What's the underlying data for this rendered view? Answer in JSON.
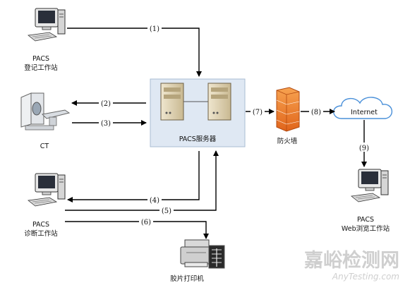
{
  "nodes": {
    "pacs_reg": {
      "line1": "PACS",
      "line2": "登记工作站"
    },
    "ct": {
      "label": "CT"
    },
    "server": {
      "label": "PACS服务器"
    },
    "firewall": {
      "label": "防火墙"
    },
    "internet": {
      "label": "Internet"
    },
    "web": {
      "line1": "PACS",
      "line2": "Web浏览工作站"
    },
    "diag": {
      "line1": "PACS",
      "line2": "诊断工作站"
    },
    "printer": {
      "label": "胶片打印机"
    }
  },
  "arrows": [
    "(1)",
    "(2)",
    "(3)",
    "(4)",
    "(5)",
    "(6)",
    "(7)",
    "(8)",
    "(9)"
  ],
  "watermark": {
    "cn": "嘉峪检测网",
    "en": "AnyTesting.com"
  }
}
